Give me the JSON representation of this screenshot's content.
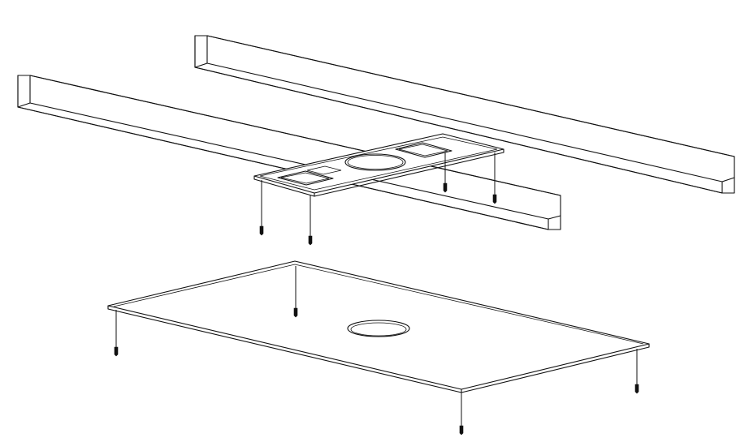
{
  "diagram": {
    "kind": "exploded-installation-view",
    "parts": [
      "ceiling-joist-back",
      "ceiling-joist-front",
      "mounting-bracket",
      "bracket-screws",
      "ceiling-panel",
      "panel-screws"
    ],
    "colors": {
      "stroke": "#111111",
      "background": "#ffffff"
    }
  }
}
